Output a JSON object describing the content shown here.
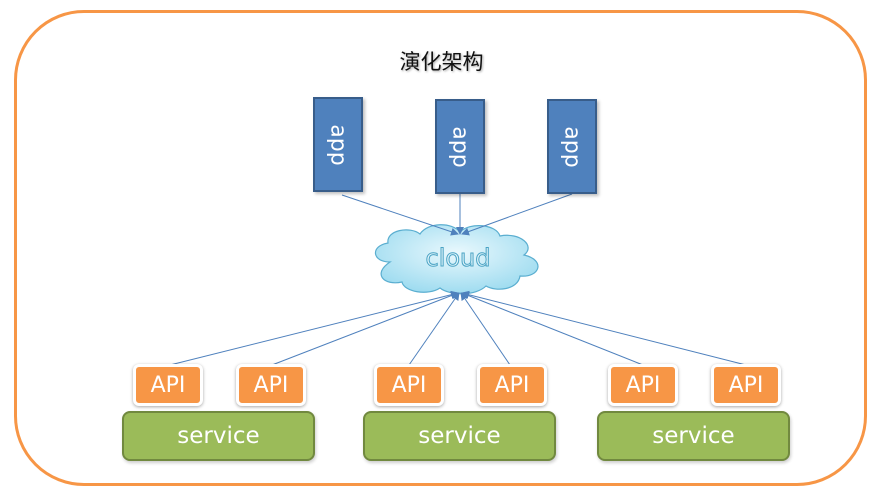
{
  "title": "演化架构",
  "apps": [
    {
      "label": "app"
    },
    {
      "label": "app"
    },
    {
      "label": "app"
    }
  ],
  "cloud": {
    "label": "cloud"
  },
  "services": [
    {
      "label": "service",
      "apis": [
        {
          "label": "API"
        },
        {
          "label": "API"
        }
      ]
    },
    {
      "label": "service",
      "apis": [
        {
          "label": "API"
        },
        {
          "label": "API"
        }
      ]
    },
    {
      "label": "service",
      "apis": [
        {
          "label": "API"
        },
        {
          "label": "API"
        }
      ]
    }
  ],
  "colors": {
    "frame": "#f79646",
    "app": "#4f81bd",
    "api": "#f79646",
    "service": "#9bbb59",
    "cloud": "#bfe7f5",
    "connector": "#4f81bd"
  }
}
